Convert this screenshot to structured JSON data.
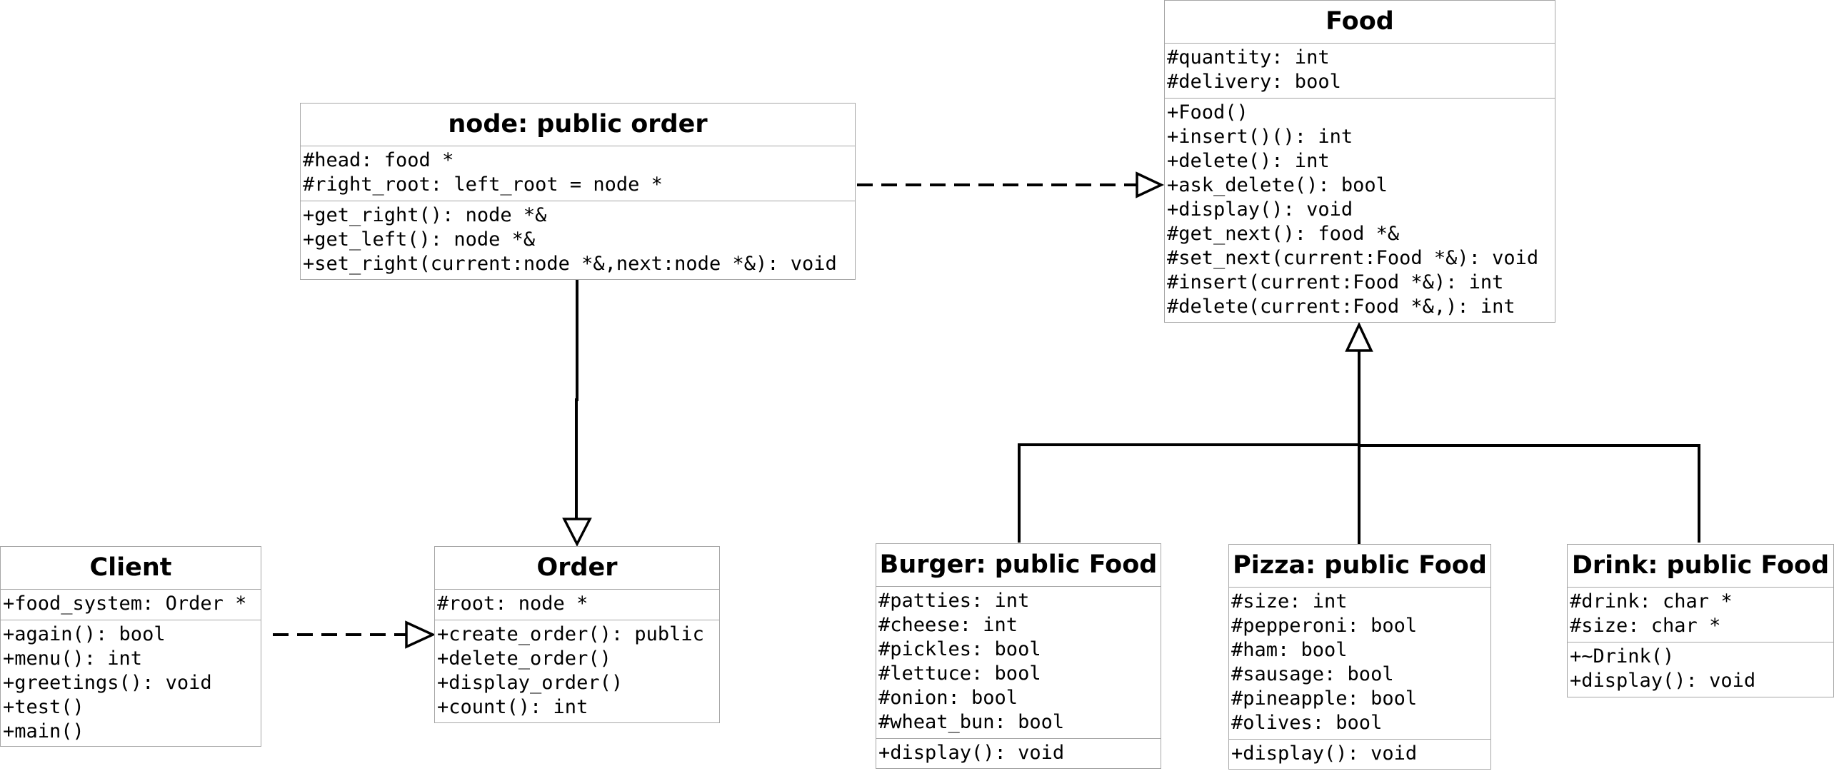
{
  "colors": {
    "border": "#a6a6a6",
    "line": "#000000",
    "background": "#ffffff"
  },
  "classes": {
    "food": {
      "name": "Food",
      "attributes": [
        "#quantity: int",
        "#delivery: bool"
      ],
      "methods": [
        "+Food()",
        "+insert()(): int",
        "+delete(): int",
        "+ask_delete(): bool",
        "+display(): void",
        "#get_next(): food *&",
        "#set_next(current:Food *&): void",
        "#insert(current:Food *&): int",
        "#delete(current:Food *&,): int"
      ]
    },
    "node": {
      "name": "node: public order",
      "attributes": [
        "#head: food *",
        "#right_root: left_root = node *"
      ],
      "methods": [
        "+get_right(): node *&",
        "+get_left(): node *&",
        "+set_right(current:node *&,next:node *&): void"
      ]
    },
    "client": {
      "name": "Client",
      "attributes": [
        "+food_system: Order *"
      ],
      "methods": [
        "+again(): bool",
        "+menu(): int",
        "+greetings(): void",
        "+test()",
        "+main()"
      ]
    },
    "order": {
      "name": "Order",
      "attributes": [
        "#root: node *"
      ],
      "methods": [
        "+create_order(): public",
        "+delete_order()",
        "+display_order()",
        "+count(): int"
      ]
    },
    "burger": {
      "name": "Burger: public Food",
      "attributes": [
        "#patties: int",
        "#cheese: int",
        "#pickles: bool",
        "#lettuce: bool",
        "#onion: bool",
        "#wheat_bun: bool"
      ],
      "methods": [
        "+display(): void"
      ]
    },
    "pizza": {
      "name": "Pizza: public Food",
      "attributes": [
        "#size: int",
        "#pepperoni: bool",
        "#ham: bool",
        "#sausage: bool",
        "#pineapple: bool",
        "#olives: bool"
      ],
      "methods": [
        "+display(): void"
      ]
    },
    "drink": {
      "name": "Drink: public Food",
      "attributes": [
        "#drink: char *",
        "#size: char *"
      ],
      "methods": [
        "+~Drink()",
        "+display(): void"
      ]
    }
  },
  "relations": [
    {
      "from": "node",
      "to": "food",
      "kind": "realization"
    },
    {
      "from": "node",
      "to": "order",
      "kind": "generalization"
    },
    {
      "from": "client",
      "to": "order",
      "kind": "realization"
    },
    {
      "from": "burger",
      "to": "food",
      "kind": "generalization"
    },
    {
      "from": "pizza",
      "to": "food",
      "kind": "generalization"
    },
    {
      "from": "drink",
      "to": "food",
      "kind": "generalization"
    }
  ]
}
